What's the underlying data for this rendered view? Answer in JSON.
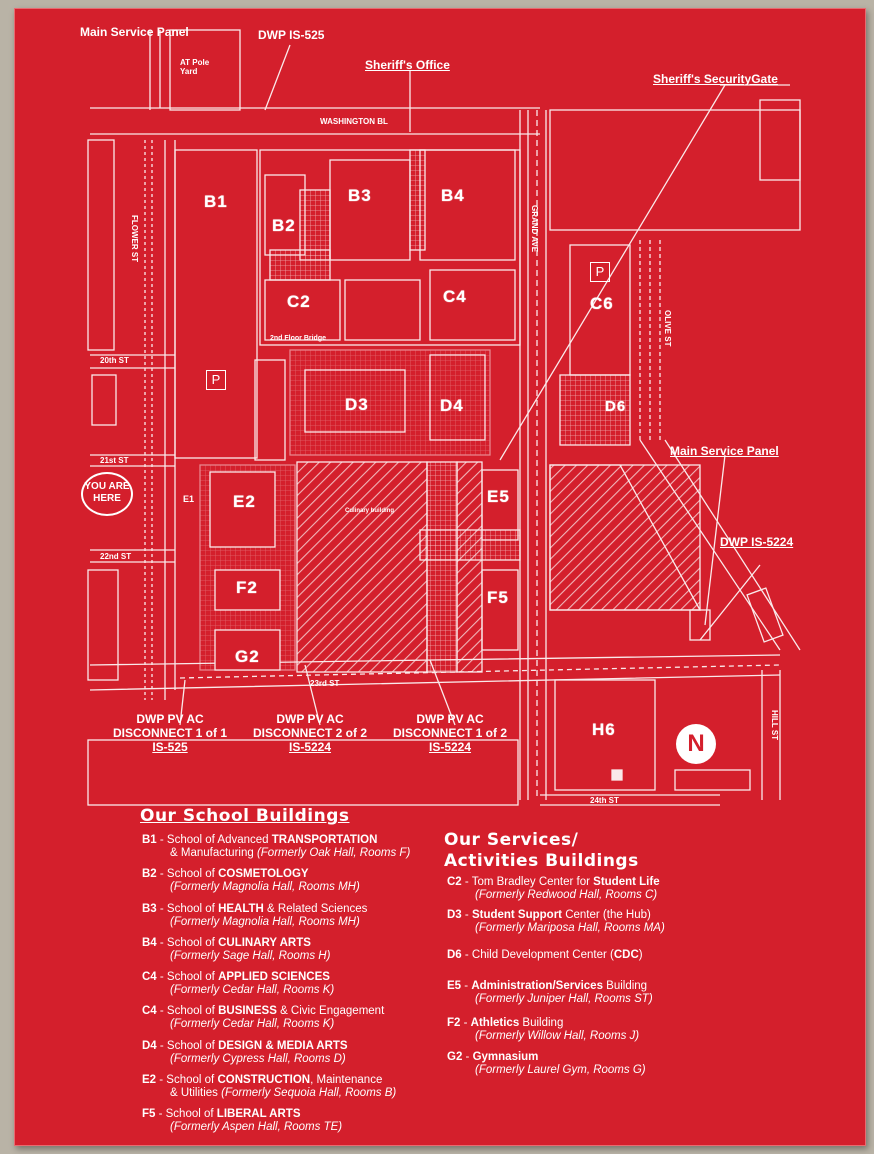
{
  "colors": {
    "sign_red": "#d41f2c",
    "line_white": "#ffffff",
    "wall": "#b9b3a6"
  },
  "top_labels": {
    "main_service_panel_top": "Main Service Panel",
    "dwp_is_525_top": "DWP IS-525",
    "sheriffs_office": "Sheriff's Office",
    "sheriffs_security_gate": "Sheriff's SecurityGate",
    "main_service_panel_right": "Main Service Panel",
    "dwp_is_5224_right": "DWP IS-5224"
  },
  "streets": {
    "washington": "WASHINGTON BL",
    "flower": "FLOWER ST",
    "grand": "GRAND AVE",
    "olive": "OLIVE ST",
    "hill": "HILL ST",
    "s20th": "20th ST",
    "s21st": "21st ST",
    "s22nd": "22nd ST",
    "s23rd": "23rd ST",
    "s24th": "24th ST",
    "yard": "AT Pole Yard"
  },
  "buildings": {
    "B1": "B1",
    "B2": "B2",
    "B3": "B3",
    "B4": "B4",
    "C2": "C2",
    "C4": "C4",
    "C6": "C6",
    "D3": "D3",
    "D4": "D4",
    "D6": "D6",
    "E1": "E1",
    "E2": "E2",
    "E5": "E5",
    "F2": "F2",
    "F5": "F5",
    "G2": "G2",
    "H6": "H6",
    "parking": "P",
    "bridge": "2nd Floor Bridge",
    "culinary": "Culinary building",
    "you_are_here": "YOU ARE HERE",
    "north": "N"
  },
  "disconnects": [
    {
      "line1": "DWP PV AC",
      "line2": "DISCONNECT 1 of 1",
      "line3": "IS-525"
    },
    {
      "line1": "DWP PV AC",
      "line2": "DISCONNECT 2 of 2",
      "line3": "IS-5224"
    },
    {
      "line1": "DWP PV AC",
      "line2": "DISCONNECT 1 of 2",
      "line3": "IS-5224"
    }
  ],
  "legend": {
    "school_title": "Our School Buildings",
    "services_title_1": "Our Services/",
    "services_title_2": "Activities Buildings",
    "schools": [
      {
        "code": "B1",
        "text": " - School of Advanced ",
        "bold": "TRANSPORTATION",
        "line2": "& Manufacturing",
        "formerly": "(Formerly Oak Hall, Rooms F)"
      },
      {
        "code": "B2",
        "text": " - School of ",
        "bold": "COSMETOLOGY",
        "line2": "",
        "formerly": "(Formerly Magnolia Hall, Rooms MH)"
      },
      {
        "code": "B3",
        "text": " - School of ",
        "bold": "HEALTH",
        "after": " & Related Sciences",
        "formerly": "(Formerly Magnolia Hall, Rooms MH)"
      },
      {
        "code": "B4",
        "text": " - School of ",
        "bold": "CULINARY ARTS",
        "formerly": "(Formerly Sage Hall, Rooms H)"
      },
      {
        "code": "C4",
        "text": " - School of ",
        "bold": "APPLIED SCIENCES",
        "formerly": "(Formerly Cedar Hall, Rooms K)"
      },
      {
        "code": "C4",
        "text": " - School of ",
        "bold": "BUSINESS",
        "after": " & Civic Engagement",
        "formerly": "(Formerly Cedar Hall, Rooms K)"
      },
      {
        "code": "D4",
        "text": " - School of ",
        "bold": "DESIGN & MEDIA ARTS",
        "formerly": "(Formerly Cypress Hall, Rooms D)"
      },
      {
        "code": "E2",
        "text": " - School of ",
        "bold": "CONSTRUCTION",
        "after": ", Maintenance",
        "line2": "& Utilities",
        "formerly": "(Formerly Sequoia Hall, Rooms B)"
      },
      {
        "code": "F5",
        "text": " - School of ",
        "bold": "LIBERAL ARTS",
        "formerly": "(Formerly Aspen Hall, Rooms TE)"
      }
    ],
    "services": [
      {
        "code": "C2",
        "text": " - Tom Bradley Center for ",
        "bold": "Student Life",
        "formerly": "(Formerly Redwood Hall, Rooms C)"
      },
      {
        "code": "D3",
        "text": " - ",
        "bold": "Student Support",
        "after": " Center (the Hub)",
        "formerly": "(Formerly Mariposa Hall, Rooms MA)"
      },
      {
        "code": "D6",
        "text": " - Child Development Center (",
        "bold": "CDC",
        "after": ")",
        "formerly": ""
      },
      {
        "code": "E5",
        "text": " - ",
        "bold": "Administration/Services",
        "after": " Building",
        "formerly": "(Formerly Juniper Hall, Rooms ST)"
      },
      {
        "code": "F2",
        "text": " - ",
        "bold": "Athletics",
        "after": " Building",
        "formerly": "(Formerly Willow Hall, Rooms J)"
      },
      {
        "code": "G2",
        "text": " - ",
        "bold": "Gymnasium",
        "formerly": "(Formerly Laurel Gym, Rooms G)"
      }
    ]
  }
}
